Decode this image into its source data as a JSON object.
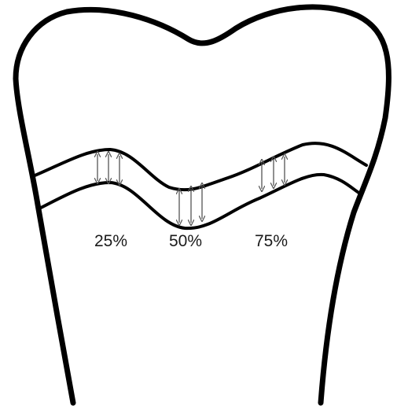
{
  "labels": {
    "p25": "25%",
    "p50": "50%",
    "p75": "75%"
  },
  "colors": {
    "outline": "#000000",
    "arrows": "#555555",
    "text": "#1a1a1a"
  }
}
